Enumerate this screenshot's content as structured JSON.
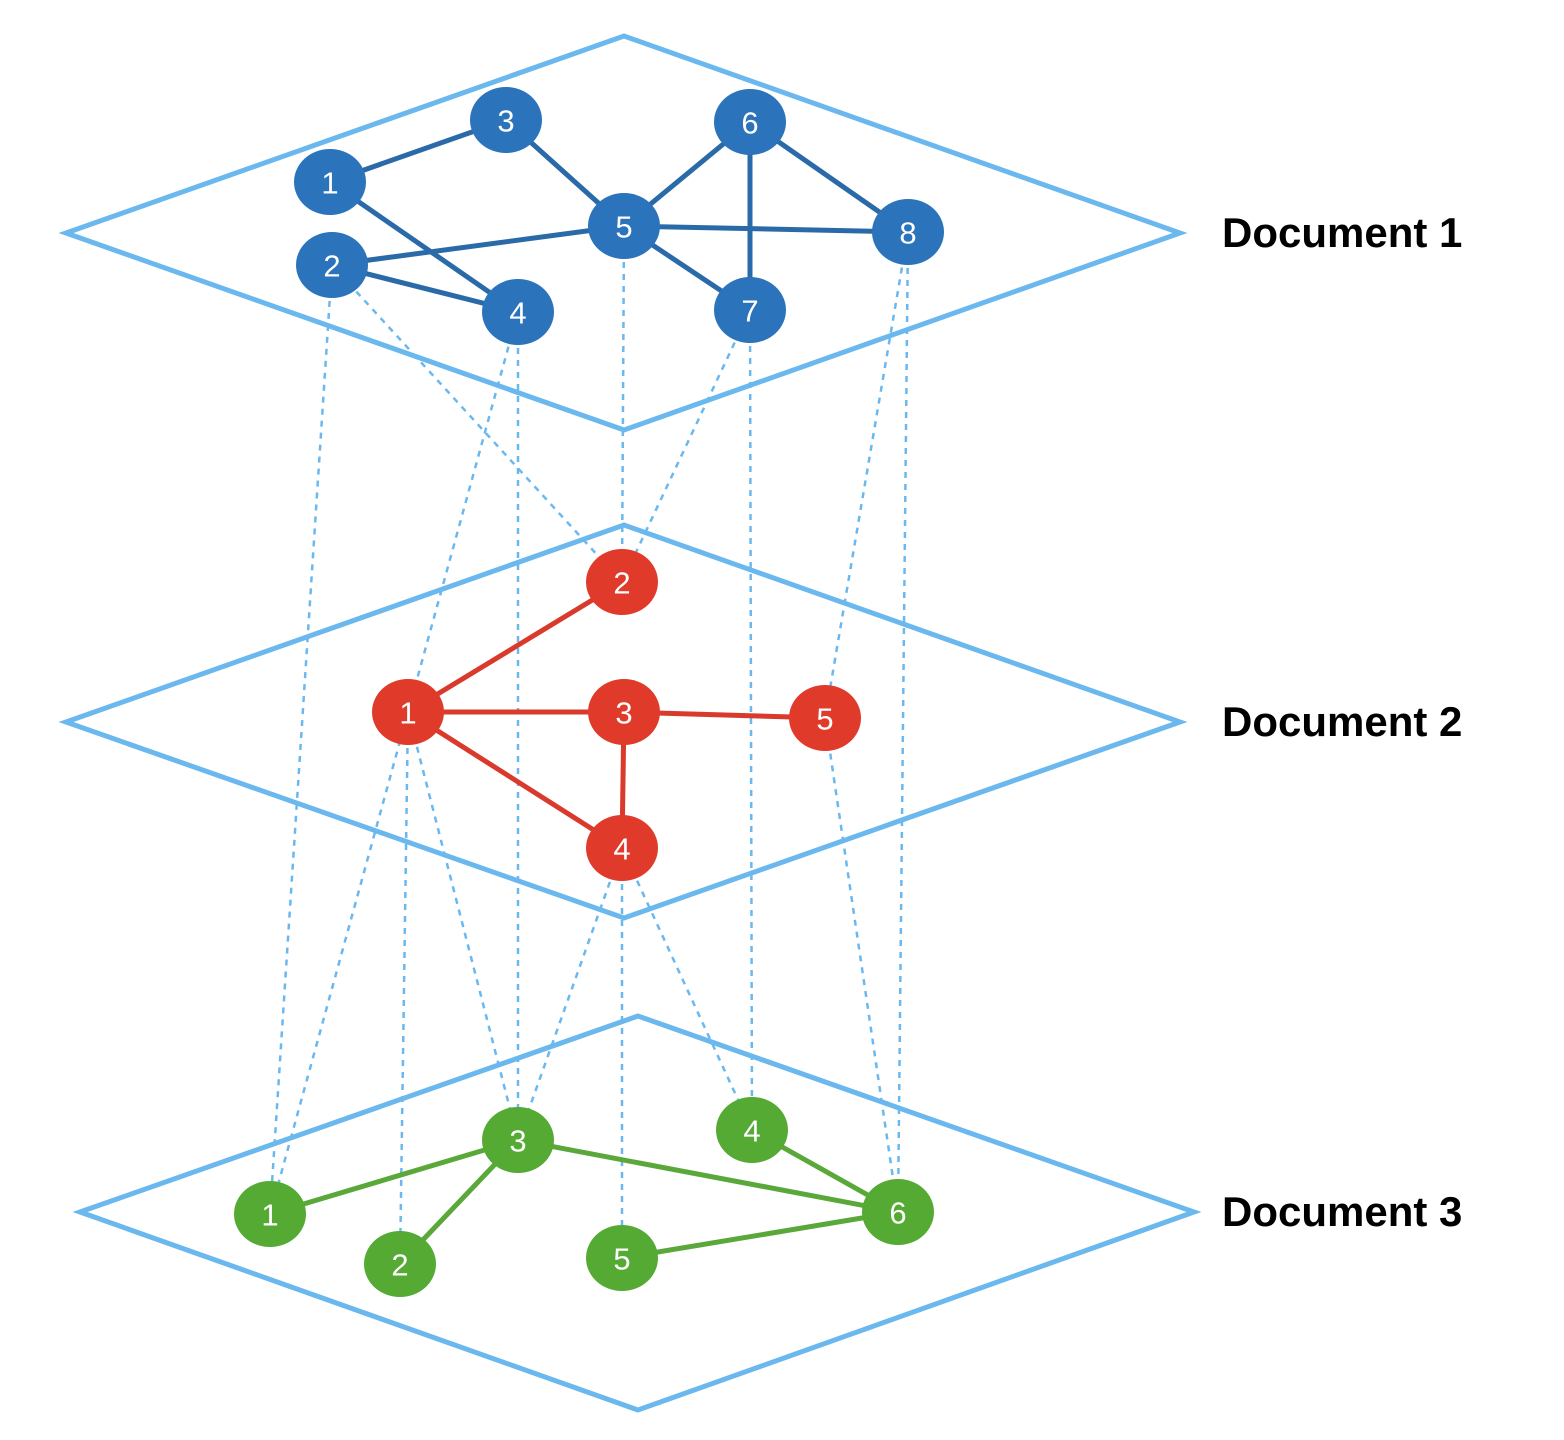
{
  "colors": {
    "plane": "#6bb8ef",
    "doc1_node": "#2b73ba",
    "doc2_node": "#e03a2b",
    "doc3_node": "#55aa33",
    "doc1_edge": "#2b6aa8",
    "doc2_edge": "#d93a2c",
    "doc3_edge": "#5aa83a",
    "node_text": "#ffffff"
  },
  "documents": [
    {
      "id": "doc1",
      "label": "Document 1",
      "nodes": [
        {
          "id": "1",
          "label": "1"
        },
        {
          "id": "2",
          "label": "2"
        },
        {
          "id": "3",
          "label": "3"
        },
        {
          "id": "4",
          "label": "4"
        },
        {
          "id": "5",
          "label": "5"
        },
        {
          "id": "6",
          "label": "6"
        },
        {
          "id": "7",
          "label": "7"
        },
        {
          "id": "8",
          "label": "8"
        }
      ],
      "edges": [
        [
          "1",
          "3"
        ],
        [
          "1",
          "4"
        ],
        [
          "2",
          "4"
        ],
        [
          "2",
          "5"
        ],
        [
          "3",
          "5"
        ],
        [
          "5",
          "6"
        ],
        [
          "5",
          "8"
        ],
        [
          "5",
          "7"
        ],
        [
          "6",
          "7"
        ],
        [
          "6",
          "8"
        ]
      ]
    },
    {
      "id": "doc2",
      "label": "Document 2",
      "nodes": [
        {
          "id": "1",
          "label": "1"
        },
        {
          "id": "2",
          "label": "2"
        },
        {
          "id": "3",
          "label": "3"
        },
        {
          "id": "4",
          "label": "4"
        },
        {
          "id": "5",
          "label": "5"
        }
      ],
      "edges": [
        [
          "1",
          "2"
        ],
        [
          "1",
          "3"
        ],
        [
          "1",
          "4"
        ],
        [
          "3",
          "4"
        ],
        [
          "3",
          "5"
        ]
      ]
    },
    {
      "id": "doc3",
      "label": "Document 3",
      "nodes": [
        {
          "id": "1",
          "label": "1"
        },
        {
          "id": "2",
          "label": "2"
        },
        {
          "id": "3",
          "label": "3"
        },
        {
          "id": "4",
          "label": "4"
        },
        {
          "id": "5",
          "label": "5"
        },
        {
          "id": "6",
          "label": "6"
        }
      ],
      "edges": [
        [
          "1",
          "3"
        ],
        [
          "2",
          "3"
        ],
        [
          "3",
          "6"
        ],
        [
          "4",
          "6"
        ],
        [
          "5",
          "6"
        ]
      ]
    }
  ],
  "cross_links": [
    [
      "doc1:2",
      "doc3:1"
    ],
    [
      "doc1:2",
      "doc2:2"
    ],
    [
      "doc1:4",
      "doc3:1"
    ],
    [
      "doc1:4",
      "doc3:3"
    ],
    [
      "doc1:5",
      "doc2:2"
    ],
    [
      "doc1:7",
      "doc2:2"
    ],
    [
      "doc1:7",
      "doc3:4"
    ],
    [
      "doc1:8",
      "doc2:5"
    ],
    [
      "doc1:8",
      "doc3:6"
    ],
    [
      "doc2:1",
      "doc3:2"
    ],
    [
      "doc2:1",
      "doc3:3"
    ],
    [
      "doc2:4",
      "doc3:3"
    ],
    [
      "doc2:4",
      "doc3:5"
    ],
    [
      "doc2:4",
      "doc3:4"
    ],
    [
      "doc2:5",
      "doc3:6"
    ]
  ]
}
